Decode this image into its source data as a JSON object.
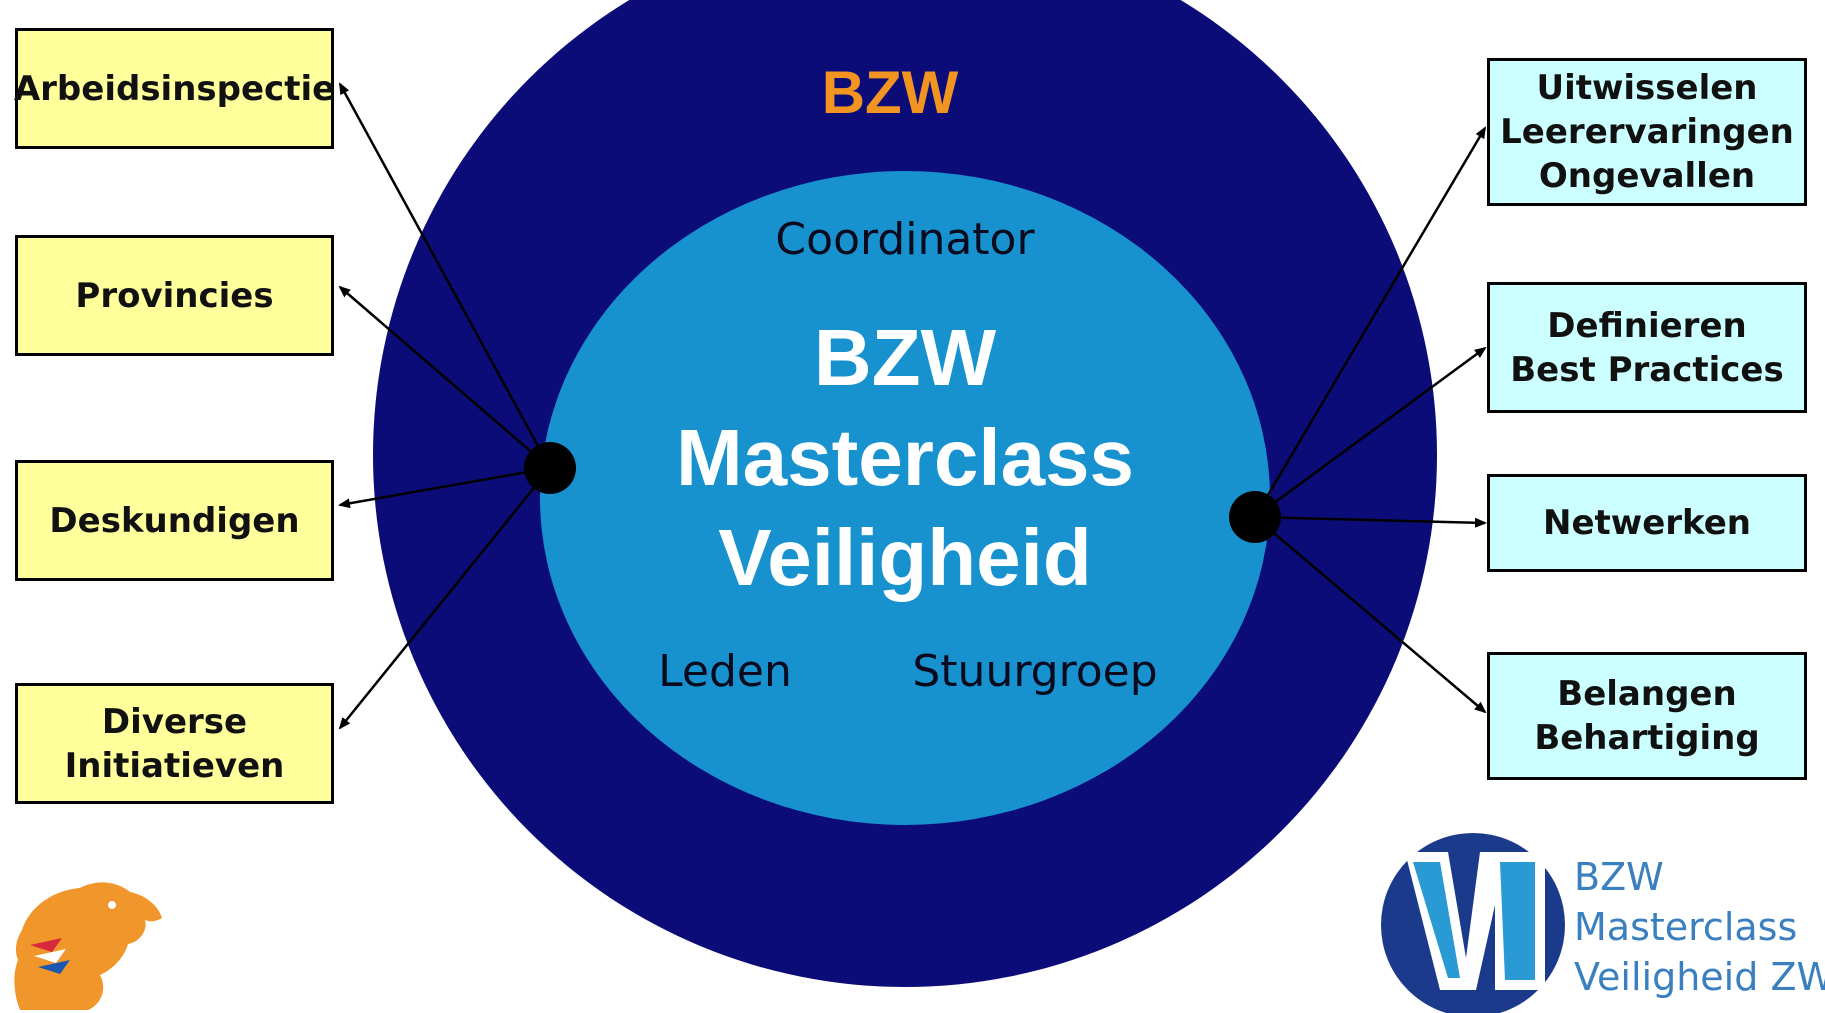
{
  "colors": {
    "outer_circle": "#0c0c78",
    "inner_circle": "#1792cf",
    "left_box_fill": "#ffff9c",
    "right_box_fill": "#ccffff",
    "outer_title": "#f29422",
    "center_text": "#ffffff",
    "dark_text": "#0a0a1e",
    "brand_text": "#3a7fbf",
    "lion": "#f0962a"
  },
  "outer_circle": {
    "title": "BZW"
  },
  "inner_circle": {
    "top_label": "Coordinator",
    "title_lines": [
      "BZW",
      "Masterclass",
      "Veiligheid"
    ],
    "bottom_left_label": "Leden",
    "bottom_right_label": "Stuurgroep"
  },
  "left_boxes": [
    {
      "lines": [
        "Arbeidsinspectie"
      ]
    },
    {
      "lines": [
        "Provincies"
      ]
    },
    {
      "lines": [
        "Deskundigen"
      ]
    },
    {
      "lines": [
        "Diverse",
        "Initiatieven"
      ]
    }
  ],
  "right_boxes": [
    {
      "lines": [
        "Uitwisselen",
        "Leerervaringen",
        "Ongevallen"
      ]
    },
    {
      "lines": [
        "Definieren",
        "Best Practices"
      ]
    },
    {
      "lines": [
        "Netwerken"
      ]
    },
    {
      "lines": [
        "Belangen",
        "Behartiging"
      ]
    }
  ],
  "brand_logo": {
    "icon": "v-circle-logo-icon",
    "text_lines": [
      "BZW",
      "Masterclass",
      "Veiligheid ZW"
    ]
  },
  "lion_logo": {
    "icon": "lion-logo-icon"
  }
}
